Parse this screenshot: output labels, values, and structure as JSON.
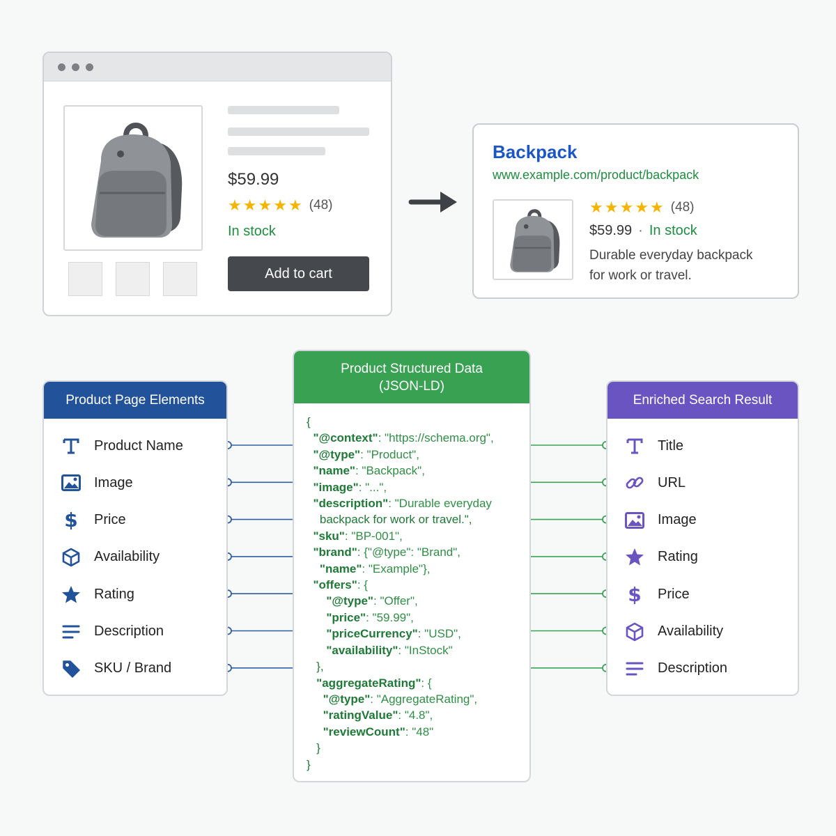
{
  "product_page": {
    "price": "$59.99",
    "rating_count": "(48)",
    "availability": "In stock",
    "add_to_cart_label": "Add to cart",
    "stars": 5
  },
  "search_result": {
    "title": "Backpack",
    "url": "www.example.com/product/backpack",
    "rating_count": "(48)",
    "price": "$59.99",
    "separator": "·",
    "availability": "In stock",
    "description_line1": "Durable everyday backpack",
    "description_line2": "for work or travel."
  },
  "left_panel": {
    "title": "Product Page Elements",
    "accent_color": "#22529a",
    "items": [
      {
        "label": "Product Name",
        "icon": "text-icon"
      },
      {
        "label": "Image",
        "icon": "image-icon"
      },
      {
        "label": "Price",
        "icon": "dollar-icon"
      },
      {
        "label": "Availability",
        "icon": "box-icon"
      },
      {
        "label": "Rating",
        "icon": "star-icon"
      },
      {
        "label": "Description",
        "icon": "lines-icon"
      },
      {
        "label": "SKU / Brand",
        "icon": "tag-icon"
      }
    ]
  },
  "center_panel": {
    "title_line1": "Product Structured Data",
    "title_line2": "(JSON-LD)",
    "accent_color": "#38a152",
    "code": [
      {
        "k": "",
        "v": "{"
      },
      {
        "k": "  \"@context\"",
        "v": ": \"https://schema.org\","
      },
      {
        "k": "  \"@type\"",
        "v": ": \"Product\","
      },
      {
        "k": "  \"name\"",
        "v": ": \"Backpack\","
      },
      {
        "k": "  \"image\"",
        "v": ": \"...\","
      },
      {
        "k": "  \"description\"",
        "v": ": \"Durable everyday"
      },
      {
        "k": "",
        "v": "    backpack for work or travel.\","
      },
      {
        "k": "  \"sku\"",
        "v": ": \"BP-001\","
      },
      {
        "k": "  \"brand\"",
        "v": ": {\"@type\": \"Brand\","
      },
      {
        "k": "    \"name\"",
        "v": ": \"Example\"},"
      },
      {
        "k": "  \"offers\"",
        "v": ": {"
      },
      {
        "k": "      \"@type\"",
        "v": ": \"Offer\","
      },
      {
        "k": "      \"price\"",
        "v": ": \"59.99\","
      },
      {
        "k": "      \"priceCurrency\"",
        "v": ": \"USD\","
      },
      {
        "k": "      \"availability\"",
        "v": ": \"InStock\""
      },
      {
        "k": "",
        "v": "   },"
      },
      {
        "k": "   \"aggregateRating\"",
        "v": ": {"
      },
      {
        "k": "     \"@type\"",
        "v": ": \"AggregateRating\","
      },
      {
        "k": "     \"ratingValue\"",
        "v": ": \"4.8\","
      },
      {
        "k": "     \"reviewCount\"",
        "v": ": \"48\""
      },
      {
        "k": "",
        "v": "   }"
      },
      {
        "k": "",
        "v": "}"
      }
    ]
  },
  "right_panel": {
    "title": "Enriched Search Result",
    "accent_color": "#6a54c1",
    "items": [
      {
        "label": "Title",
        "icon": "text-icon"
      },
      {
        "label": "URL",
        "icon": "link-icon"
      },
      {
        "label": "Image",
        "icon": "image-icon"
      },
      {
        "label": "Rating",
        "icon": "star-icon"
      },
      {
        "label": "Price",
        "icon": "dollar-icon"
      },
      {
        "label": "Availability",
        "icon": "box-icon"
      },
      {
        "label": "Description",
        "icon": "lines-icon"
      }
    ]
  },
  "colors": {
    "star": "#f4b400",
    "in_stock": "#1e8e3e",
    "link_title": "#1a56c5",
    "left_connector": "#2f5fa3",
    "right_connector": "#3aa356"
  }
}
